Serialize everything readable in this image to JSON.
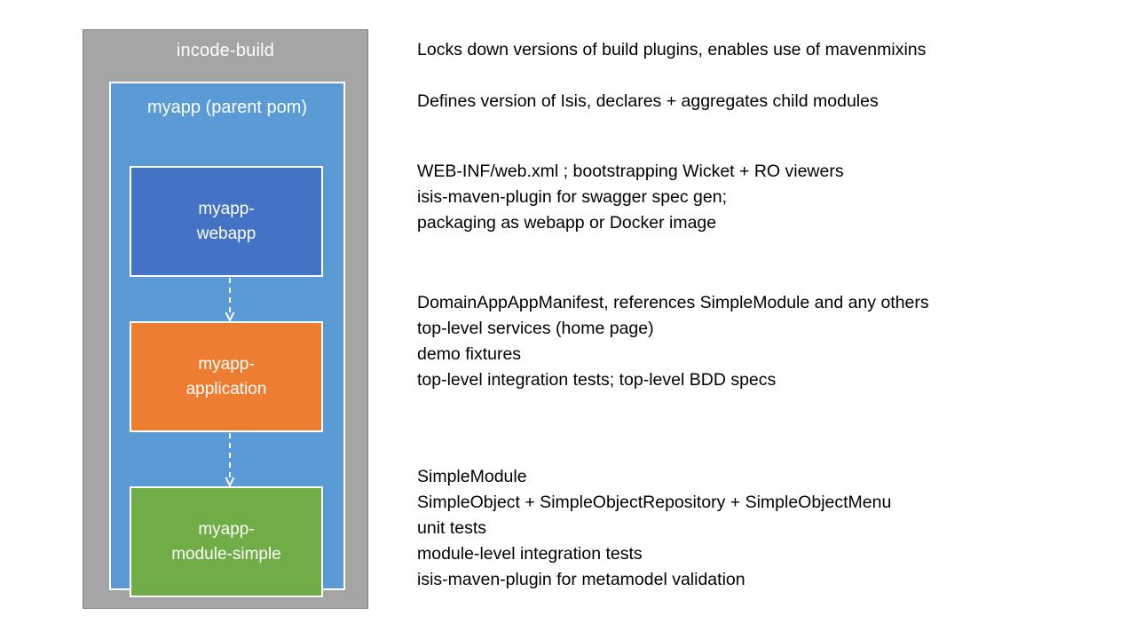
{
  "diagram": {
    "build_container": {
      "title": "incode-build",
      "color": "#A5A5A5"
    },
    "parent_pom_container": {
      "title": "myapp (parent pom)",
      "color": "#5B9BD5"
    },
    "modules": [
      {
        "label": "myapp-\nwebapp",
        "color": "#4472C4",
        "name": "myapp-webapp"
      },
      {
        "label": "myapp-\napplication",
        "color": "#ED7D31",
        "name": "myapp-application"
      },
      {
        "label": "myapp-\nmodule-simple",
        "color": "#70AD47",
        "name": "myapp-module-simple"
      }
    ]
  },
  "notes": {
    "build": "Locks down versions of build plugins, enables use of mavenmixins",
    "parent_pom": "Defines version of Isis, declares + aggregates child modules",
    "webapp": "WEB-INF/web.xml ;  bootstrapping Wicket + RO viewers\nisis-maven-plugin for swagger spec gen;\npackaging as webapp or Docker image",
    "application": "DomainAppAppManifest, references SimpleModule and any others\ntop-level services  (home page)\ndemo fixtures\ntop-level integration tests; top-level BDD specs",
    "simple": "SimpleModule\nSimpleObject + SimpleObjectRepository + SimpleObjectMenu\nunit tests\nmodule-level integration tests\nisis-maven-plugin for metamodel validation"
  }
}
